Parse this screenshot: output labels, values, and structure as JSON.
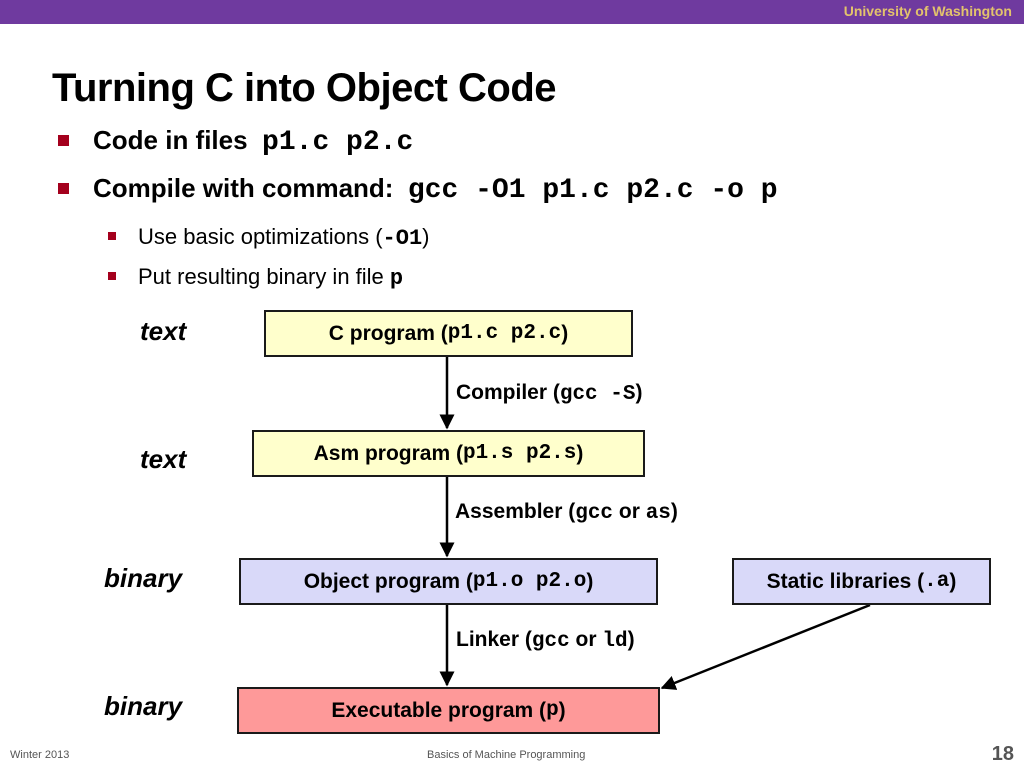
{
  "header": {
    "institution": "University of Washington"
  },
  "title": "Turning C into Object Code",
  "bullets": {
    "b1_label": "Code in files",
    "b1_code": "p1.c p2.c",
    "b2_label": "Compile with command:",
    "b2_code": "gcc -O1 p1.c p2.c -o p",
    "sub1_text": "Use basic optimizations (",
    "sub1_code": "-O1",
    "sub1_close": ")",
    "sub2_text": "Put resulting binary in file",
    "sub2_code": "p"
  },
  "diagram": {
    "labels": [
      "text",
      "text",
      "binary",
      "binary"
    ],
    "c_program": {
      "label": "C program (",
      "code": "p1.c p2.c",
      "close": ")"
    },
    "asm_program": {
      "label": "Asm program (",
      "code": "p1.s p2.s",
      "close": ")"
    },
    "object_program": {
      "label": "Object program (",
      "code": "p1.o p2.o",
      "close": ")"
    },
    "static_libraries": {
      "label": "Static libraries (",
      "code": ".a",
      "close": ")"
    },
    "executable_program": {
      "label": "Executable program (",
      "code": "p",
      "close": ")"
    },
    "compiler": {
      "label": "Compiler (",
      "code": "gcc -S",
      "close": ")"
    },
    "assembler": {
      "label": "Assembler (",
      "code1": "gcc",
      "mid": " or ",
      "code2": "as",
      "close": ")"
    },
    "linker": {
      "label": "Linker (",
      "code1": "gcc",
      "mid": " or ",
      "code2": "ld",
      "close": ")"
    }
  },
  "footer": {
    "left": "Winter 2013",
    "center": "Basics of Machine Programming",
    "page": "18"
  },
  "colors": {
    "header_bar": "#6f3a9f",
    "header_text": "#e3c36c",
    "bullet": "#a4001d",
    "text_box": "#ffffcc",
    "object_box": "#d9d9f9",
    "exec_box": "#fe9999"
  }
}
